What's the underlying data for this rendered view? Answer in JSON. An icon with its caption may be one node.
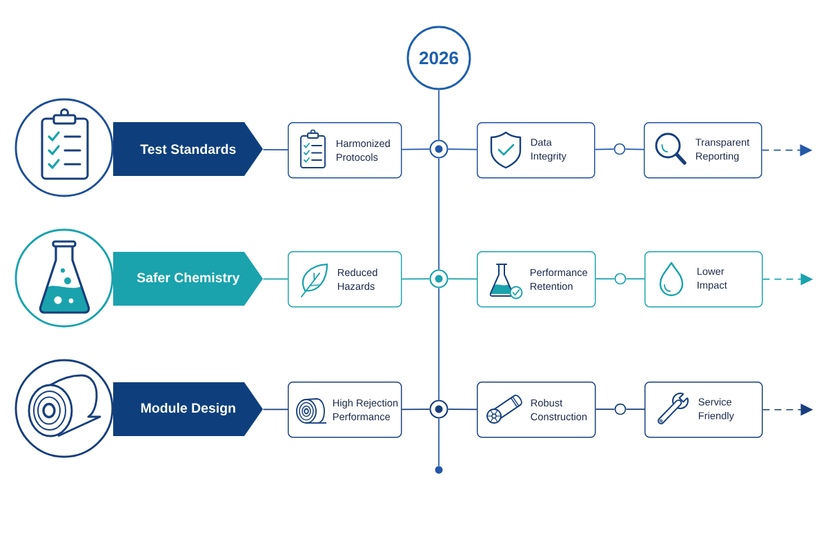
{
  "diagram": {
    "nodes": [
      {
        "text": [
          "2026"
        ]
      },
      {
        "text": [],
        "shape": "circle"
      },
      {
        "text": [
          "Test Standards"
        ]
      },
      {
        "text": [
          "Harmonized Protocols"
        ]
      },
      {
        "text": [],
        "shape": "circle"
      },
      {
        "text": [
          "Data Integrity"
        ]
      },
      {
        "text": [],
        "shape": "circle"
      },
      {
        "text": [
          "Transparent Reporting"
        ]
      },
      {
        "text": [],
        "shape": "circle"
      },
      {
        "text": [
          "Safer Chemistry"
        ]
      },
      {
        "text": [
          "Reduced Hazards"
        ]
      },
      {
        "text": [],
        "shape": "circle"
      },
      {
        "text": [
          "Performance Retention"
        ]
      },
      {
        "text": [],
        "shape": "circle"
      },
      {
        "text": [
          "Lower Impact"
        ]
      },
      {
        "text": [],
        "shape": "circle"
      },
      {
        "text": [
          "Module Design"
        ]
      },
      {
        "text": [
          "High Rejection Performance"
        ]
      },
      {
        "text": [],
        "shape": "circle"
      },
      {
        "text": [
          "Robust Construction"
        ]
      },
      {
        "text": [],
        "shape": "circle"
      },
      {
        "text": [
          "Service Friendly"
        ]
      },
      {
        "text": [],
        "shape": "circle"
      }
    ],
    "edges": [
      {
        "from": 2,
        "to": 3,
        "arrow": "none"
      },
      {
        "from": 3,
        "to": 4,
        "arrow": "none"
      },
      {
        "from": 4,
        "to": 5,
        "arrow": "none"
      },
      {
        "from": 5,
        "to": 6,
        "arrow": "none"
      },
      {
        "from": 6,
        "to": 7,
        "arrow": "none"
      },
      {
        "from": 7,
        "to": null,
        "arrow": "to",
        "style": "dashed"
      },
      {
        "from": 9,
        "to": 10,
        "arrow": "none",
        "color": "#1aa3ad"
      },
      {
        "from": 10,
        "to": 11,
        "arrow": "none",
        "color": "#1aa3ad"
      },
      {
        "from": 11,
        "to": 12,
        "arrow": "none",
        "color": "#1aa3ad"
      },
      {
        "from": 12,
        "to": 13,
        "arrow": "none",
        "color": "#1aa3ad"
      },
      {
        "from": 13,
        "to": 14,
        "arrow": "none",
        "color": "#1aa3ad"
      },
      {
        "from": 14,
        "to": null,
        "arrow": "to",
        "style": "dashed",
        "color": "#1aa3ad"
      },
      {
        "from": 16,
        "to": 17,
        "arrow": "none",
        "color": "#183f7c"
      },
      {
        "from": 17,
        "to": 18,
        "arrow": "none",
        "color": "#183f7c"
      },
      {
        "from": 18,
        "to": 19,
        "arrow": "none",
        "color": "#183f7c"
      },
      {
        "from": 19,
        "to": 20,
        "arrow": "none",
        "color": "#183f7c"
      },
      {
        "from": 20,
        "to": 21,
        "arrow": "none",
        "color": "#183f7c"
      },
      {
        "from": 21,
        "to": null,
        "arrow": "to",
        "style": "dashed",
        "color": "#183f7c"
      },
      {
        "from": 0,
        "to": 4,
        "arrow": "none"
      },
      {
        "from": 4,
        "to": 11,
        "arrow": "none"
      },
      {
        "from": 11,
        "to": 18,
        "arrow": "none"
      },
      {
        "from": 18,
        "to": 22,
        "arrow": "none"
      }
    ]
  }
}
